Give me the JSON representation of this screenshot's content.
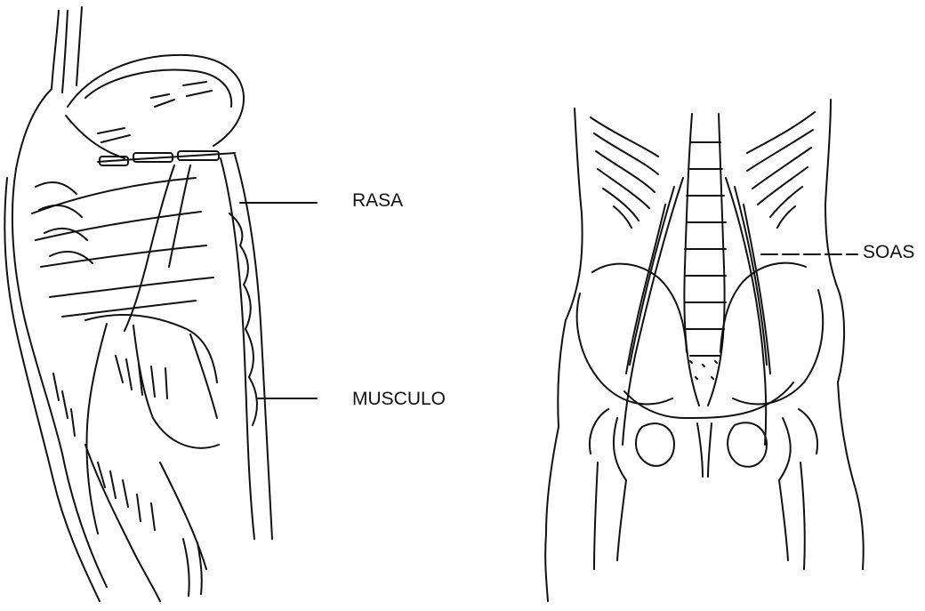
{
  "labels": {
    "rasa": "RASA",
    "musculo": "MUSCULO",
    "soas": "SOAS"
  },
  "colors": {
    "ink": "#111111",
    "background": "#ffffff"
  }
}
